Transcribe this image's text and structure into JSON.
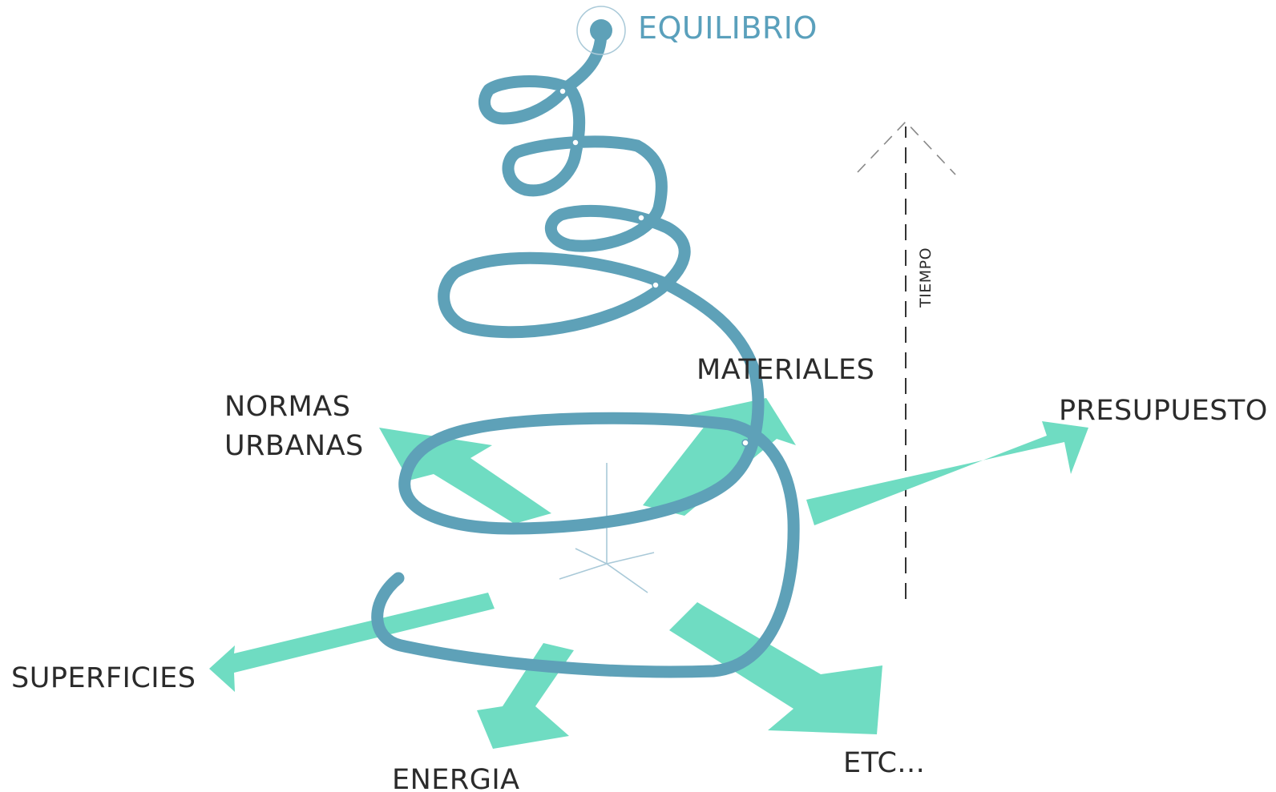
{
  "labels": {
    "equilibrio": "EQUILIBRIO",
    "materiales": "MATERIALES",
    "normas_line1": "NORMAS",
    "normas_line2": "URBANAS",
    "presupuesto": "PRESUPUESTO",
    "superficies": "SUPERFICIES",
    "energia": "ENERGIA",
    "etc": "ETC...",
    "tiempo": "TIEMPO"
  },
  "colors": {
    "spiral": "#5ea1b8",
    "arrows": "#6fdcc2",
    "equilibrio_text": "#5aa0bc",
    "text": "#2b2b2b"
  }
}
